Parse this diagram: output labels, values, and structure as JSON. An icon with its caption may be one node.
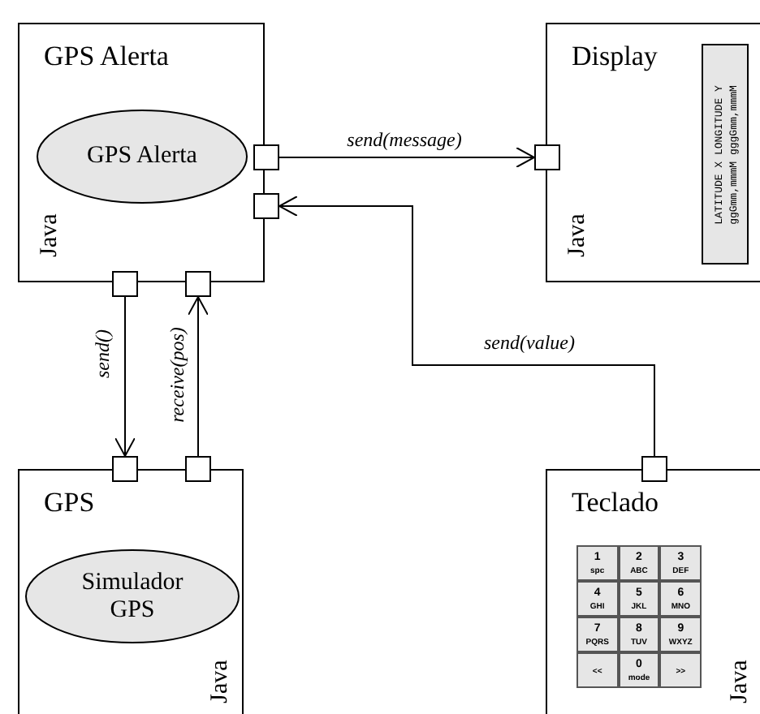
{
  "diagram": {
    "nodes": [
      {
        "text": [
          "GPS Alerta",
          "Java"
        ]
      },
      {
        "text": [
          "GPS Alerta"
        ],
        "in": 0
      },
      {
        "text": [
          "Display",
          "Java"
        ]
      },
      {
        "text": [
          "LATITUDE X LONGITUDE Y",
          "ggGmm,mmmM gggGmm,mmmM"
        ],
        "in": 2
      },
      {
        "text": [
          "GPS",
          "Java"
        ]
      },
      {
        "text": [
          "Simulador GPS"
        ],
        "in": 4
      },
      {
        "text": [
          "Teclado",
          "Java"
        ]
      },
      {
        "text": [],
        "shape": "box"
      },
      {
        "text": [],
        "shape": "box"
      },
      {
        "text": [],
        "shape": "box"
      },
      {
        "text": [],
        "shape": "box"
      },
      {
        "text": [],
        "shape": "box"
      },
      {
        "text": [],
        "shape": "box"
      },
      {
        "text": [],
        "shape": "box"
      },
      {
        "text": [],
        "shape": "box"
      }
    ],
    "edges": [
      {
        "from": 7,
        "to": 11,
        "arrow": "to",
        "label": "send(message)"
      },
      {
        "from": 14,
        "to": 8,
        "arrow": "to",
        "label": "send(value)"
      },
      {
        "from": 9,
        "to": 12,
        "arrow": "to",
        "label": "send()"
      },
      {
        "from": 13,
        "to": 10,
        "arrow": "to",
        "label": "receive(pos)"
      }
    ],
    "labels": [
      "1",
      "spc",
      "2",
      "ABC",
      "3",
      "DEF",
      "4",
      "GHI",
      "5",
      "JKL",
      "6",
      "MNO",
      "7",
      "PQRS",
      "8",
      "TUV",
      "9",
      "WXYZ",
      "0",
      "<<",
      "mode",
      ">>"
    ]
  }
}
